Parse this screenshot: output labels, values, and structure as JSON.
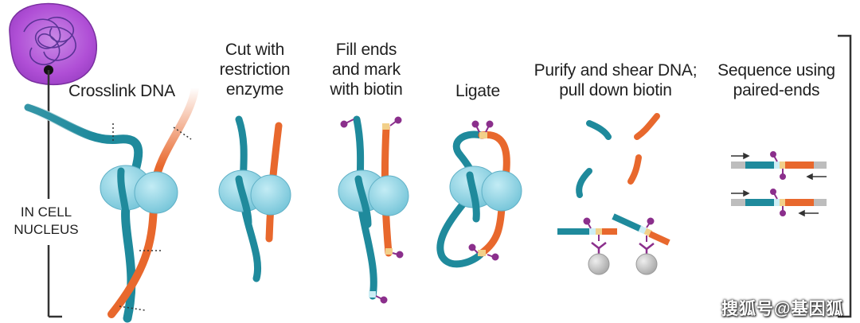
{
  "steps": [
    {
      "lines": [
        "Crosslink DNA"
      ]
    },
    {
      "lines": [
        "Cut with",
        "restriction",
        "enzyme"
      ]
    },
    {
      "lines": [
        "Fill ends",
        "and mark",
        "with biotin"
      ]
    },
    {
      "lines": [
        "Ligate"
      ]
    },
    {
      "lines": [
        "Purify and shear DNA;",
        "pull down biotin"
      ]
    },
    {
      "lines": [
        "Sequence using",
        "paired-ends"
      ]
    }
  ],
  "side_label": {
    "lines": [
      "IN CELL",
      "NUCLEUS"
    ]
  },
  "watermark": "搜狐号@基因狐",
  "colors": {
    "teal_strand": "#1f8a9c",
    "orange_strand": "#e8682d",
    "protein": "#8fd3e4",
    "biotin": "#8b2f8c",
    "nucleus": "#b84fd8",
    "bead": "#bdbdbd",
    "bracket": "#333333"
  }
}
